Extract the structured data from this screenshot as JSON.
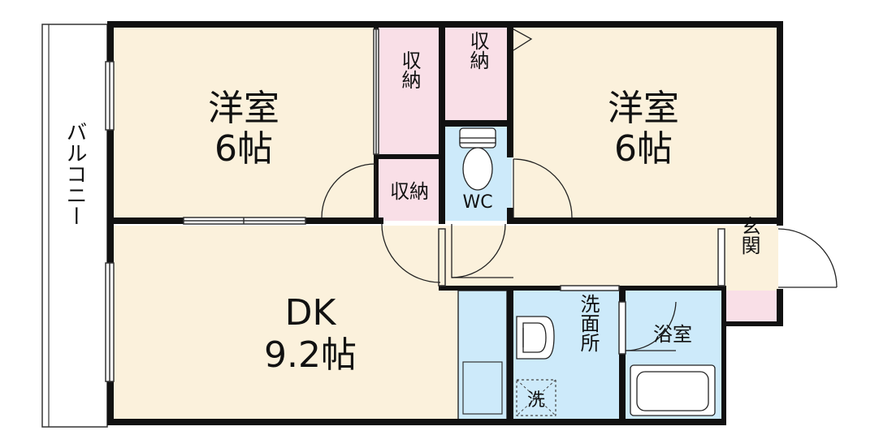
{
  "floor_plan": {
    "balcony": "バルコニー",
    "room_west": {
      "name": "洋室",
      "size": "6帖"
    },
    "room_east": {
      "name": "洋室",
      "size": "6帖"
    },
    "dk": {
      "name": "DK",
      "size": "9.2帖"
    },
    "closet_a": "収納",
    "closet_b": "収納",
    "closet_c": "収納",
    "toilet": "WC",
    "washroom": "洗面所",
    "washer": "洗",
    "bath": "浴室",
    "entrance": "玄関"
  },
  "colors": {
    "room_fill": "#fbf1dc",
    "closet_fill": "#f9dfe7",
    "wet_fill": "#cdeafa",
    "wall": "#111111"
  }
}
